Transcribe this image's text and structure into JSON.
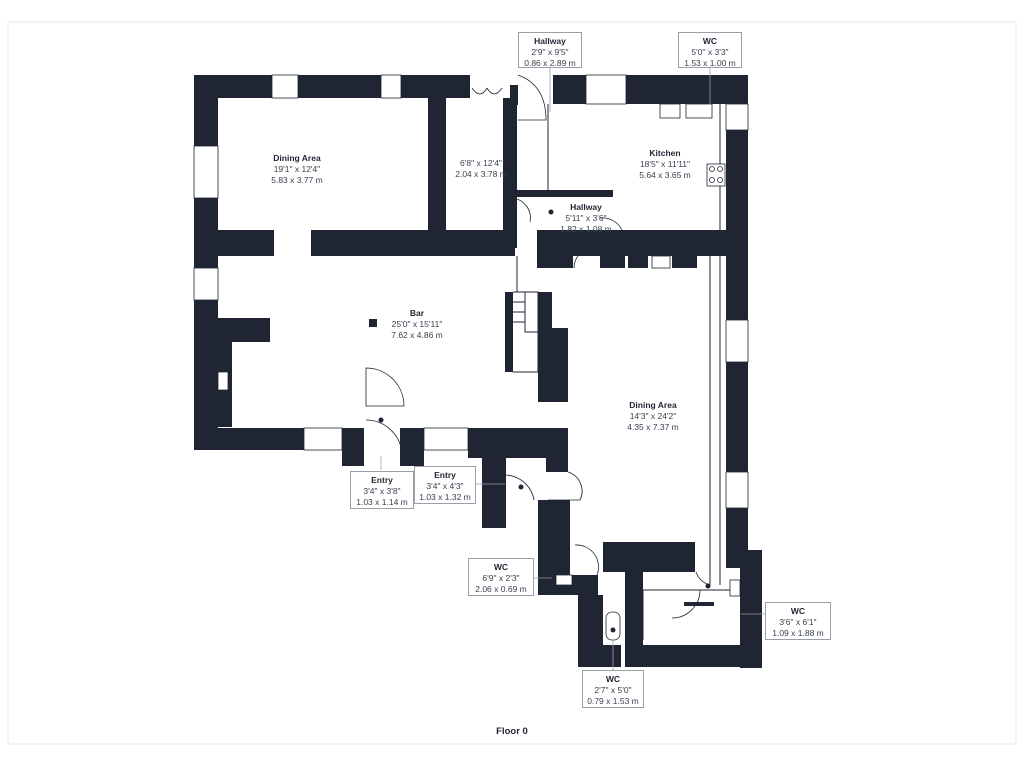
{
  "floor_label": "Floor 0",
  "rooms": {
    "dining_area_1": {
      "name": "Dining Area",
      "imperial": "19'1\" x 12'4\"",
      "metric": "5.83 x 3.77 m"
    },
    "unnamed_room": {
      "name": "",
      "imperial": "6'8\" x 12'4\"",
      "metric": "2.04 x 3.78 m"
    },
    "hallway_top": {
      "name": "Hallway",
      "imperial": "2'9\" x 9'5\"",
      "metric": "0.86 x 2.89 m"
    },
    "wc_top": {
      "name": "WC",
      "imperial": "5'0\" x 3'3\"",
      "metric": "1.53 x 1.00 m"
    },
    "kitchen": {
      "name": "Kitchen",
      "imperial": "18'5\" x 11'11\"",
      "metric": "5.64 x 3.65 m"
    },
    "hallway_mid": {
      "name": "Hallway",
      "imperial": "5'11\" x 3'6\"",
      "metric": "1.82 x 1.08 m"
    },
    "bar": {
      "name": "Bar",
      "imperial": "25'0\" x 15'11\"",
      "metric": "7.62 x 4.86 m"
    },
    "dining_area_2": {
      "name": "Dining Area",
      "imperial": "14'3\" x 24'2\"",
      "metric": "4.35 x 7.37 m"
    },
    "entry_1": {
      "name": "Entry",
      "imperial": "3'4\" x 3'8\"",
      "metric": "1.03 x 1.14 m"
    },
    "entry_2": {
      "name": "Entry",
      "imperial": "3'4\" x 4'3\"",
      "metric": "1.03 x 1.32 m"
    },
    "wc_left": {
      "name": "WC",
      "imperial": "6'9\" x 2'3\"",
      "metric": "2.06 x 0.69 m"
    },
    "wc_right": {
      "name": "WC",
      "imperial": "3'6\" x 6'1\"",
      "metric": "1.09 x 1.88 m"
    },
    "wc_bottom": {
      "name": "WC",
      "imperial": "2'7\" x 5'0\"",
      "metric": "0.79 x 1.53 m"
    }
  },
  "colors": {
    "wall": "#1f2533",
    "window": "#ffffff",
    "outline": "#9aa0aa"
  }
}
